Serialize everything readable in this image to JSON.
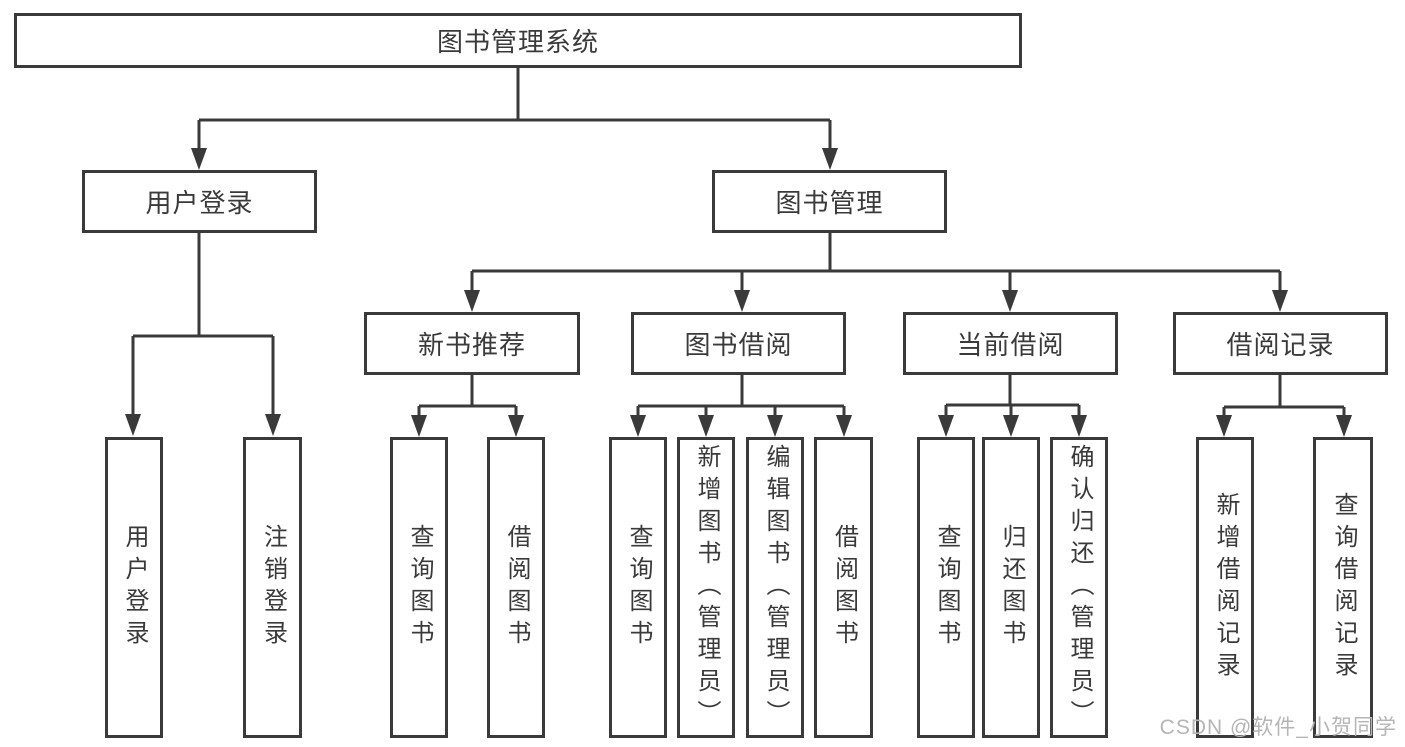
{
  "diagram": {
    "type": "hierarchy-tree",
    "orientation": "top-down"
  },
  "tree": {
    "root": {
      "label": "图书管理系统",
      "children": [
        {
          "label": "用户登录",
          "children": [
            {
              "label": "用户登录"
            },
            {
              "label": "注销登录"
            }
          ]
        },
        {
          "label": "图书管理",
          "children": [
            {
              "label": "新书推荐",
              "children": [
                {
                  "label": "查询图书"
                },
                {
                  "label": "借阅图书"
                }
              ]
            },
            {
              "label": "图书借阅",
              "children": [
                {
                  "label": "查询图书"
                },
                {
                  "label": "新增图书（管理员）"
                },
                {
                  "label": "编辑图书（管理员）"
                },
                {
                  "label": "借阅图书"
                }
              ]
            },
            {
              "label": "当前借阅",
              "children": [
                {
                  "label": "查询图书"
                },
                {
                  "label": "归还图书"
                },
                {
                  "label": "确认归还（管理员）"
                }
              ]
            },
            {
              "label": "借阅记录",
              "children": [
                {
                  "label": "新增借阅记录"
                },
                {
                  "label": "查询借阅记录"
                }
              ]
            }
          ]
        }
      ]
    }
  },
  "watermark": {
    "text": "CSDN @软件_小贺同学"
  },
  "colors": {
    "line": "#3a3a3a",
    "text": "#3a3a3a",
    "box_fill": "#ffffff",
    "watermark": "#b5b5b5",
    "background": "#ffffff"
  }
}
